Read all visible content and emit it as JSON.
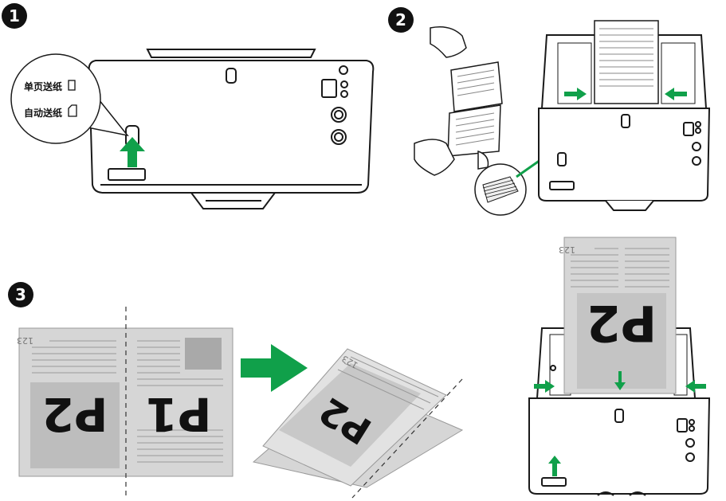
{
  "steps": [
    {
      "number": "1"
    },
    {
      "number": "2"
    },
    {
      "number": "3"
    }
  ],
  "step1": {
    "feed_modes": [
      {
        "label": "单页送纸"
      },
      {
        "label": "自动送纸"
      }
    ]
  },
  "step3": {
    "left_page_label": "P2",
    "right_page_label": "P1",
    "page_number": "123",
    "folded_label": "P2"
  },
  "step4": {
    "page_label": "P2",
    "page_number": "123"
  },
  "colors": {
    "arrow": "#10a04a",
    "outline": "#1a1a1a",
    "paper_gray": "#d6d6d6",
    "inner_gray": "#bdbdbd",
    "badge": "#111111"
  }
}
